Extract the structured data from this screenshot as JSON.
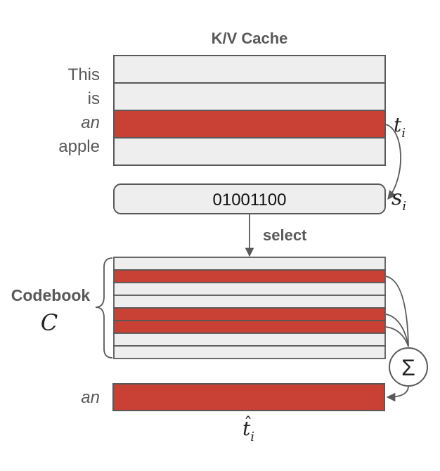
{
  "title": "K/V Cache",
  "tokens": [
    {
      "text": "This",
      "italic": false,
      "highlighted": false
    },
    {
      "text": "is",
      "italic": false,
      "highlighted": false
    },
    {
      "text": "an",
      "italic": true,
      "highlighted": true
    },
    {
      "text": "apple",
      "italic": false,
      "highlighted": false
    }
  ],
  "token_label": "t",
  "token_label_sub": "i",
  "selector": {
    "bits": "01001100",
    "label": "s",
    "label_sub": "i",
    "arrow_label": "select"
  },
  "codebook": {
    "label": "Codebook",
    "symbol": "C",
    "rows": [
      false,
      true,
      false,
      false,
      true,
      true,
      false,
      false
    ]
  },
  "sum_symbol": "Σ",
  "output": {
    "token": "an",
    "label": "t",
    "label_sub": "i",
    "accent": "ˆ"
  },
  "colors": {
    "row_fill": "#eeeeee",
    "row_stroke": "#595959",
    "highlight_fill": "#c84134",
    "text": "#595959",
    "arrow": "#595959"
  }
}
